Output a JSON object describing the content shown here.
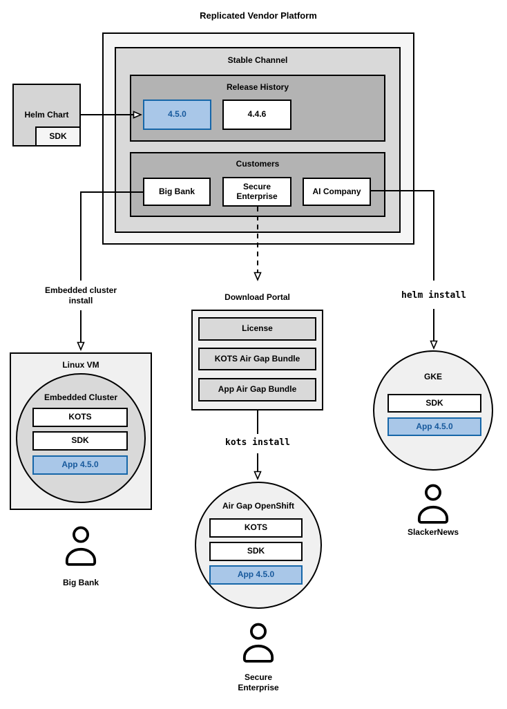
{
  "diagram_title": "Replicated Vendor Platform",
  "colors": {
    "highlight_fill": "#a9c7e8",
    "highlight_border": "#1666a8",
    "highlight_text": "#17599c",
    "outer_fill": "#f5f5f5",
    "mid_gray_fill": "#d9d9d9",
    "dark_gray_fill": "#b3b3b3",
    "light_fill": "#f0f0f0"
  },
  "platform": {
    "stable_channel_label": "Stable Channel",
    "release_history": {
      "label": "Release History",
      "releases": [
        {
          "version": "4.5.0",
          "highlighted": true
        },
        {
          "version": "4.4.6",
          "highlighted": false
        }
      ]
    },
    "customers": {
      "label": "Customers",
      "items": [
        "Big Bank",
        "Secure Enterprise",
        "AI Company"
      ]
    }
  },
  "helm_chart": {
    "label": "Helm Chart",
    "sdk": "SDK"
  },
  "left_flow": {
    "install_label": "Embedded cluster install",
    "vm_label": "Linux VM",
    "cluster_label": "Embedded Cluster",
    "components": [
      "KOTS",
      "SDK",
      "App 4.5.0"
    ],
    "user": "Big Bank"
  },
  "center_flow": {
    "portal_label": "Download Portal",
    "portal_items": [
      "License",
      "KOTS Air Gap Bundle",
      "App Air Gap Bundle"
    ],
    "install_label": "kots install",
    "cluster_label": "Air Gap OpenShift",
    "components": [
      "KOTS",
      "SDK",
      "App 4.5.0"
    ],
    "user": "Secure Enterprise"
  },
  "right_flow": {
    "install_label": "helm install",
    "cluster_label": "GKE",
    "components": [
      "SDK",
      "App 4.5.0"
    ],
    "user": "SlackerNews"
  }
}
